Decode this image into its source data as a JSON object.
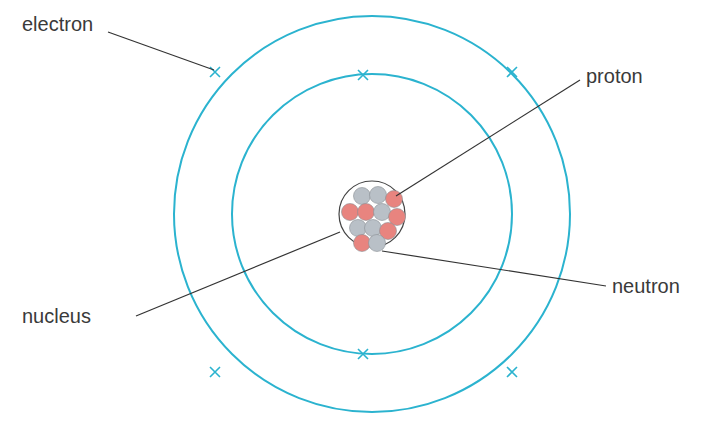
{
  "diagram": {
    "labels": [
      "electron",
      "proton",
      "nucleus",
      "neutron"
    ]
  }
}
